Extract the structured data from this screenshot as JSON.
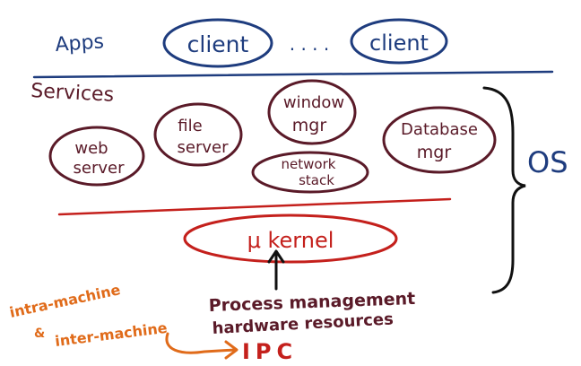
{
  "colors": {
    "apps_blue": "#1e3c7e",
    "services_maroon": "#5a1a28",
    "kernel_red": "#c4201c",
    "ipc_orange": "#e06b1a",
    "ink_black": "#111111"
  },
  "apps": {
    "label": "Apps",
    "client_left": "client",
    "ellipsis": ". . . .",
    "client_right": "client"
  },
  "services": {
    "label": "Services",
    "web_server_line1": "web",
    "web_server_line2": "server",
    "file_server_line1": "file",
    "file_server_line2": "server",
    "window_mgr_line1": "window",
    "window_mgr_line2": "mgr",
    "network_stack_line1": "network",
    "network_stack_line2": "stack",
    "database_mgr_line1": "Database",
    "database_mgr_line2": "mgr"
  },
  "os_label": "OS",
  "kernel": {
    "label": "μ kernel",
    "note_line1": "Process management",
    "note_line2": "hardware resources"
  },
  "ipc": {
    "note_line1": "intra-machine",
    "note_line2": "&",
    "note_line3": "inter-machine",
    "label": "IPC"
  }
}
